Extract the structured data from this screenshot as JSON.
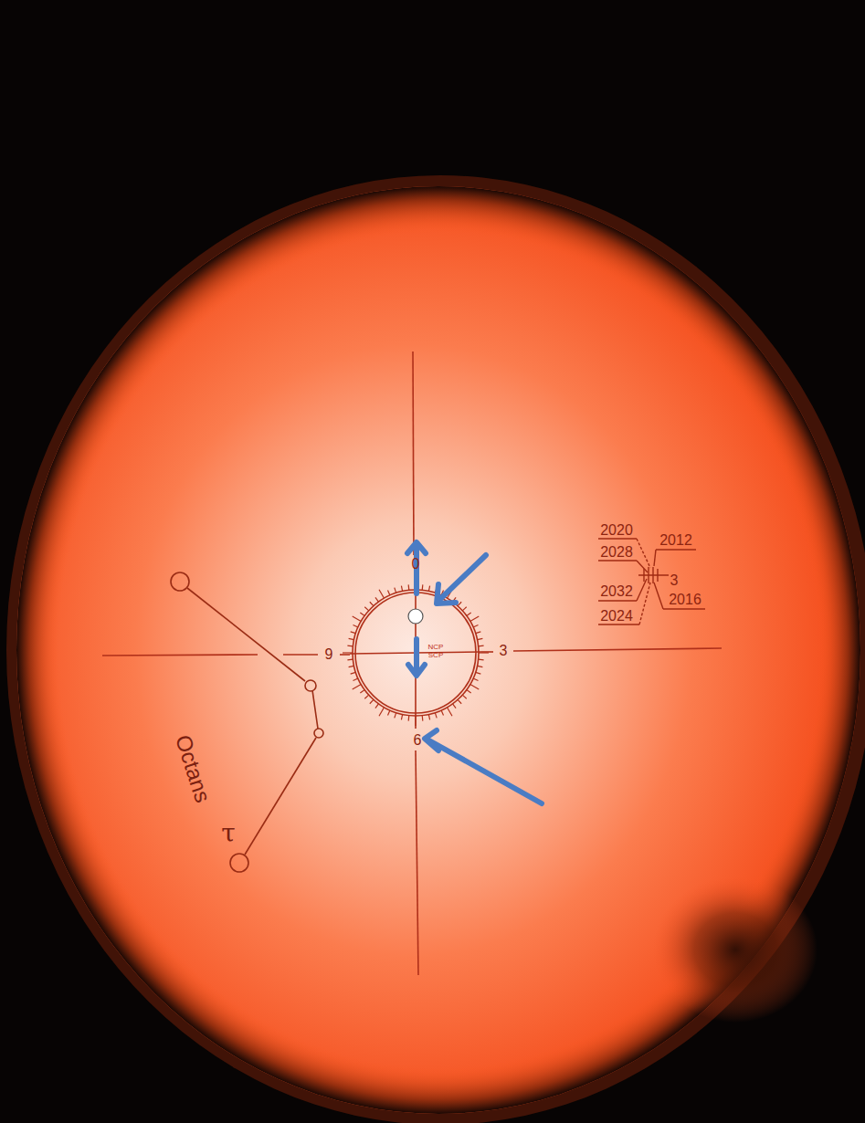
{
  "diagram": {
    "labels": [
      "0",
      "9",
      "3",
      "6",
      "NCP",
      "SCP",
      "2020",
      "2012",
      "2028",
      "3",
      "2032",
      "2016",
      "2024",
      "Octans",
      "τ"
    ]
  }
}
